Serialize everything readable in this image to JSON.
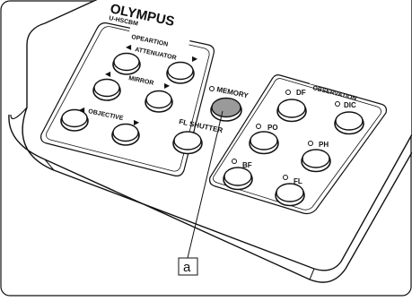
{
  "brand": {
    "name": "OLYMPUS",
    "model": "U-HSCBM"
  },
  "groups": {
    "operation": "OPEARTION",
    "observation": "OBSERVATION"
  },
  "controls": {
    "attenuator": "ATTENUATOR",
    "mirror": "MIRROR",
    "objective": "OBJECTIVE",
    "memory": "MEMORY",
    "fl_shutter": "FL SHUTTER",
    "df": "DF",
    "dic": "DIC",
    "po": "PO",
    "ph": "PH",
    "bf": "BF",
    "fl": "FL"
  },
  "callout": {
    "label": "a"
  },
  "colors": {
    "memory_button": "#9a9a9a",
    "outline": "#111111",
    "background": "#ffffff"
  }
}
